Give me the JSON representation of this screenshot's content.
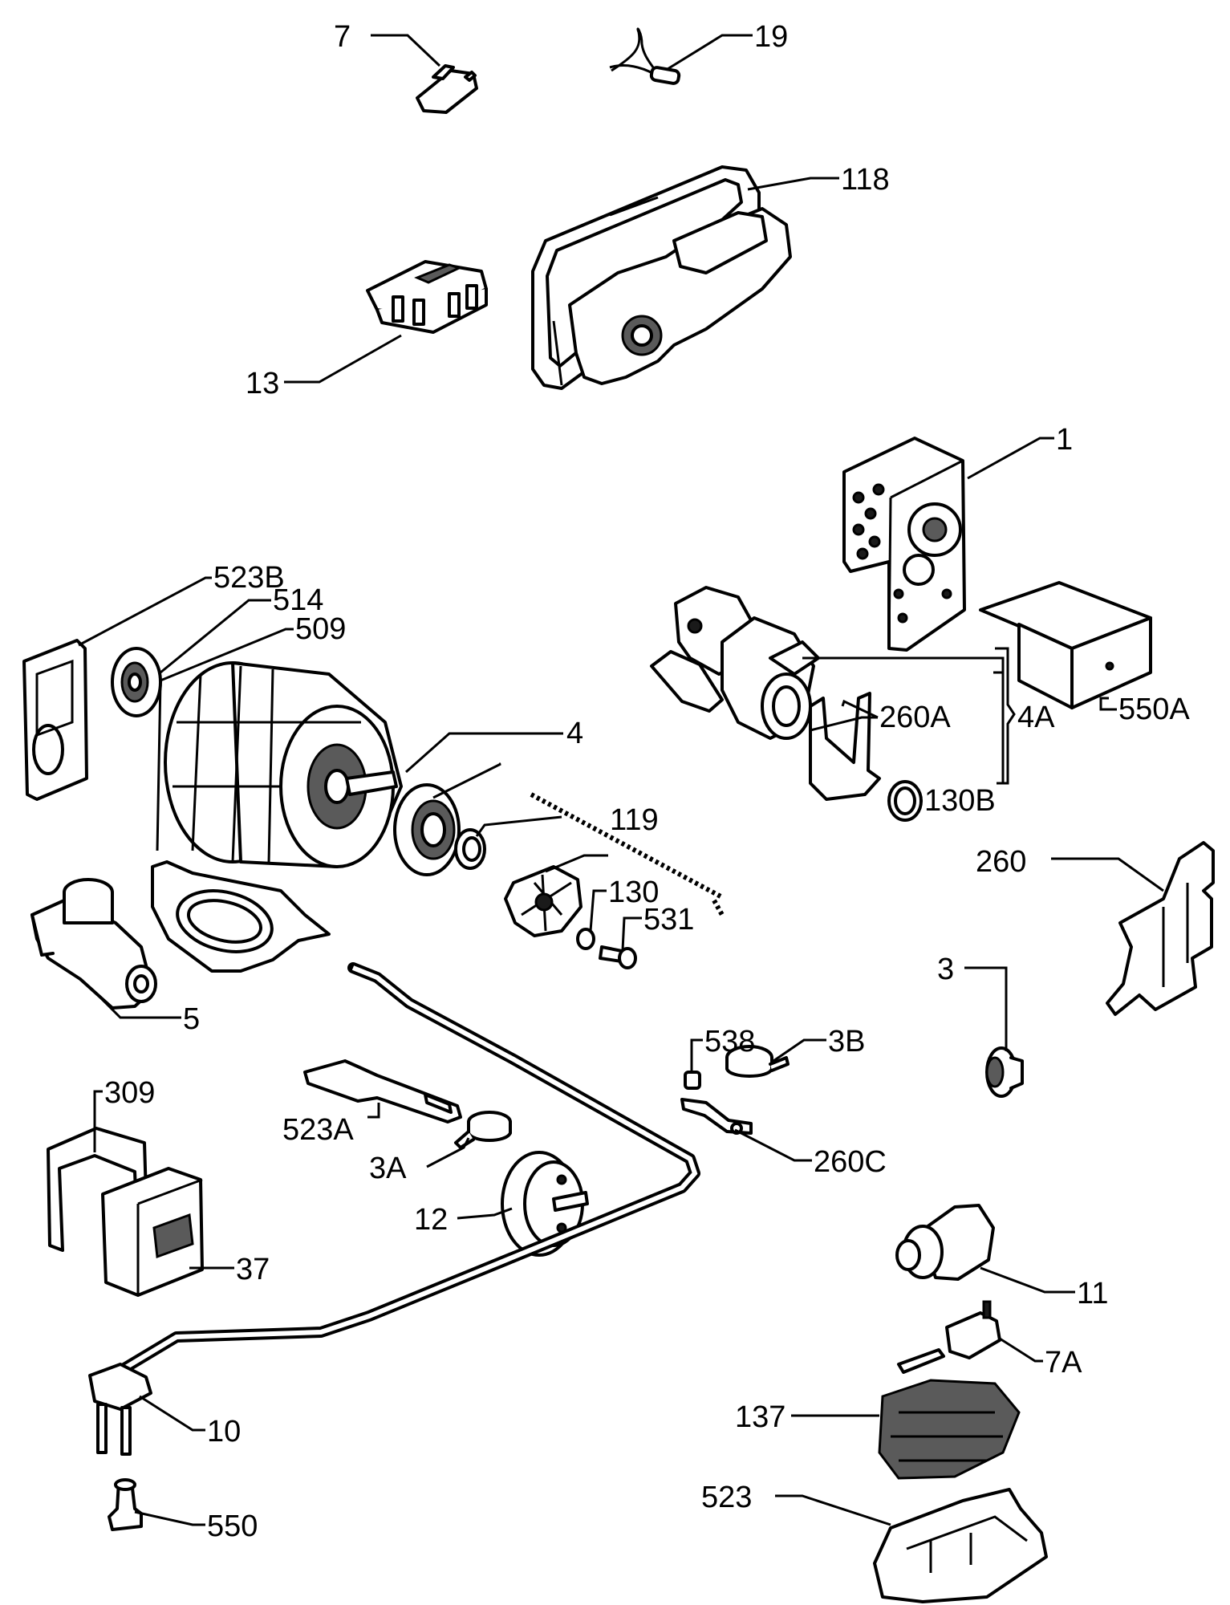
{
  "callouts": {
    "p7": "7",
    "p19": "19",
    "p118": "118",
    "p13": "13",
    "p1": "1",
    "p523b": "523B",
    "p514": "514",
    "p509": "509",
    "p4": "4",
    "p260a": "260A",
    "p4a": "4A",
    "p550a": "550A",
    "p130b": "130B",
    "p119": "119",
    "p130": "130",
    "p531": "531",
    "p260": "260",
    "p3": "3",
    "p5": "5",
    "p538": "538",
    "p3b": "3B",
    "p309": "309",
    "p523a": "523A",
    "p3a": "3A",
    "p260c": "260C",
    "p12": "12",
    "p37": "37",
    "p11": "11",
    "p7a": "7A",
    "p137": "137",
    "p10": "10",
    "p523": "523",
    "p550": "550"
  }
}
